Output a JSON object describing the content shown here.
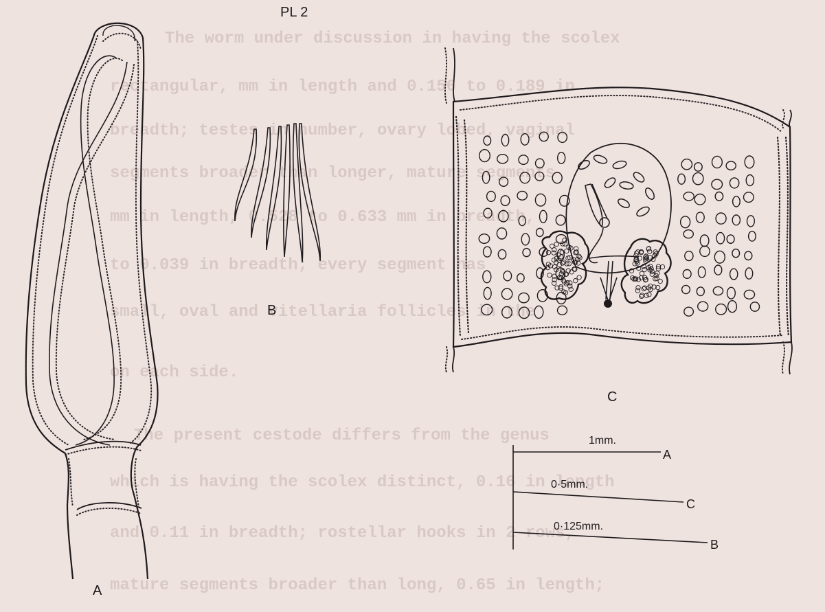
{
  "plate_label": "PL 2",
  "figures": {
    "a": {
      "label": "A"
    },
    "b": {
      "label": "B"
    },
    "c": {
      "label": "C"
    }
  },
  "scale_bars": [
    {
      "text": "1mm.",
      "target": "A"
    },
    {
      "text": "0·5mm.",
      "target": "C"
    },
    {
      "text": "0·125mm.",
      "target": "B"
    }
  ],
  "show_through_text": [
    "The worm under discussion in having the scolex",
    "rectangular, mm in length and 0.156 to 0.189 in",
    "breadth; testes in number, ovary lobed, vaginal",
    "segments broader than longer, mature segments",
    "mm in length, 0.528 to 0.633 mm in breadth,",
    "to 0.039 in breadth; every segment has",
    "small, oval and vitellaria follicles in the",
    "on each side.",
    "The present cestode differs from the genus",
    "which is having the scolex distinct, 0.16 in length",
    "and 0.11 in breadth; rostellar hooks in 2 rows,",
    "mature segments broader than long, 0.65 in length;"
  ]
}
